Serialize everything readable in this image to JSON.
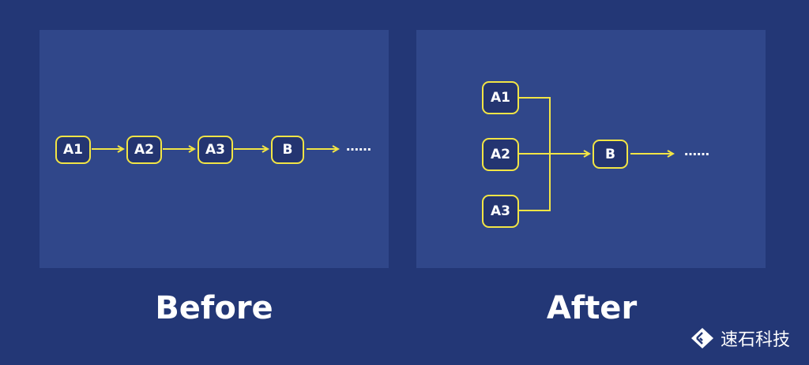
{
  "colors": {
    "background": "#233776",
    "panel": "#30478a",
    "node_border": "#f2e545",
    "node_fill": "#243571"
  },
  "before": {
    "title": "Before",
    "nodes": [
      "A1",
      "A2",
      "A3",
      "B"
    ],
    "ellipsis": "……"
  },
  "after": {
    "title": "After",
    "inputs": [
      "A1",
      "A2",
      "A3"
    ],
    "target": "B",
    "ellipsis": "……"
  },
  "logo": {
    "text": "速石科技",
    "icon": "layered-diamond-icon"
  }
}
